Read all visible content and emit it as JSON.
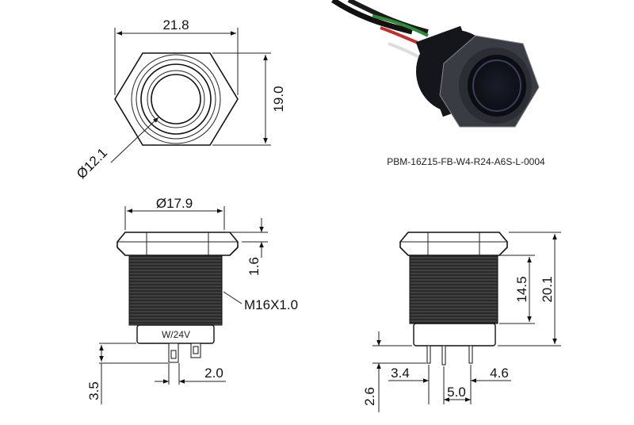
{
  "part_number": "PBM-16Z15-FB-W4-R24-A6S-L-0004",
  "top_view": {
    "width_dim": "21.8",
    "height_dim": "19.0",
    "diameter_dim": "Ø12.1"
  },
  "side_view": {
    "diameter_dim": "Ø17.9",
    "nut_dim": "1.6",
    "thread_label": "M16X1.0",
    "housing_label": "W/24V",
    "pin_length_dim": "3.5",
    "pin_spacing_dim": "2.0"
  },
  "rear_view": {
    "thread_length_dim": "14.5",
    "total_height_dim": "20.1",
    "pin_length_dim": "2.6",
    "left_pin_dim": "3.4",
    "right_pin_dim": "4.6",
    "pin_pitch_dim": "5.0"
  }
}
